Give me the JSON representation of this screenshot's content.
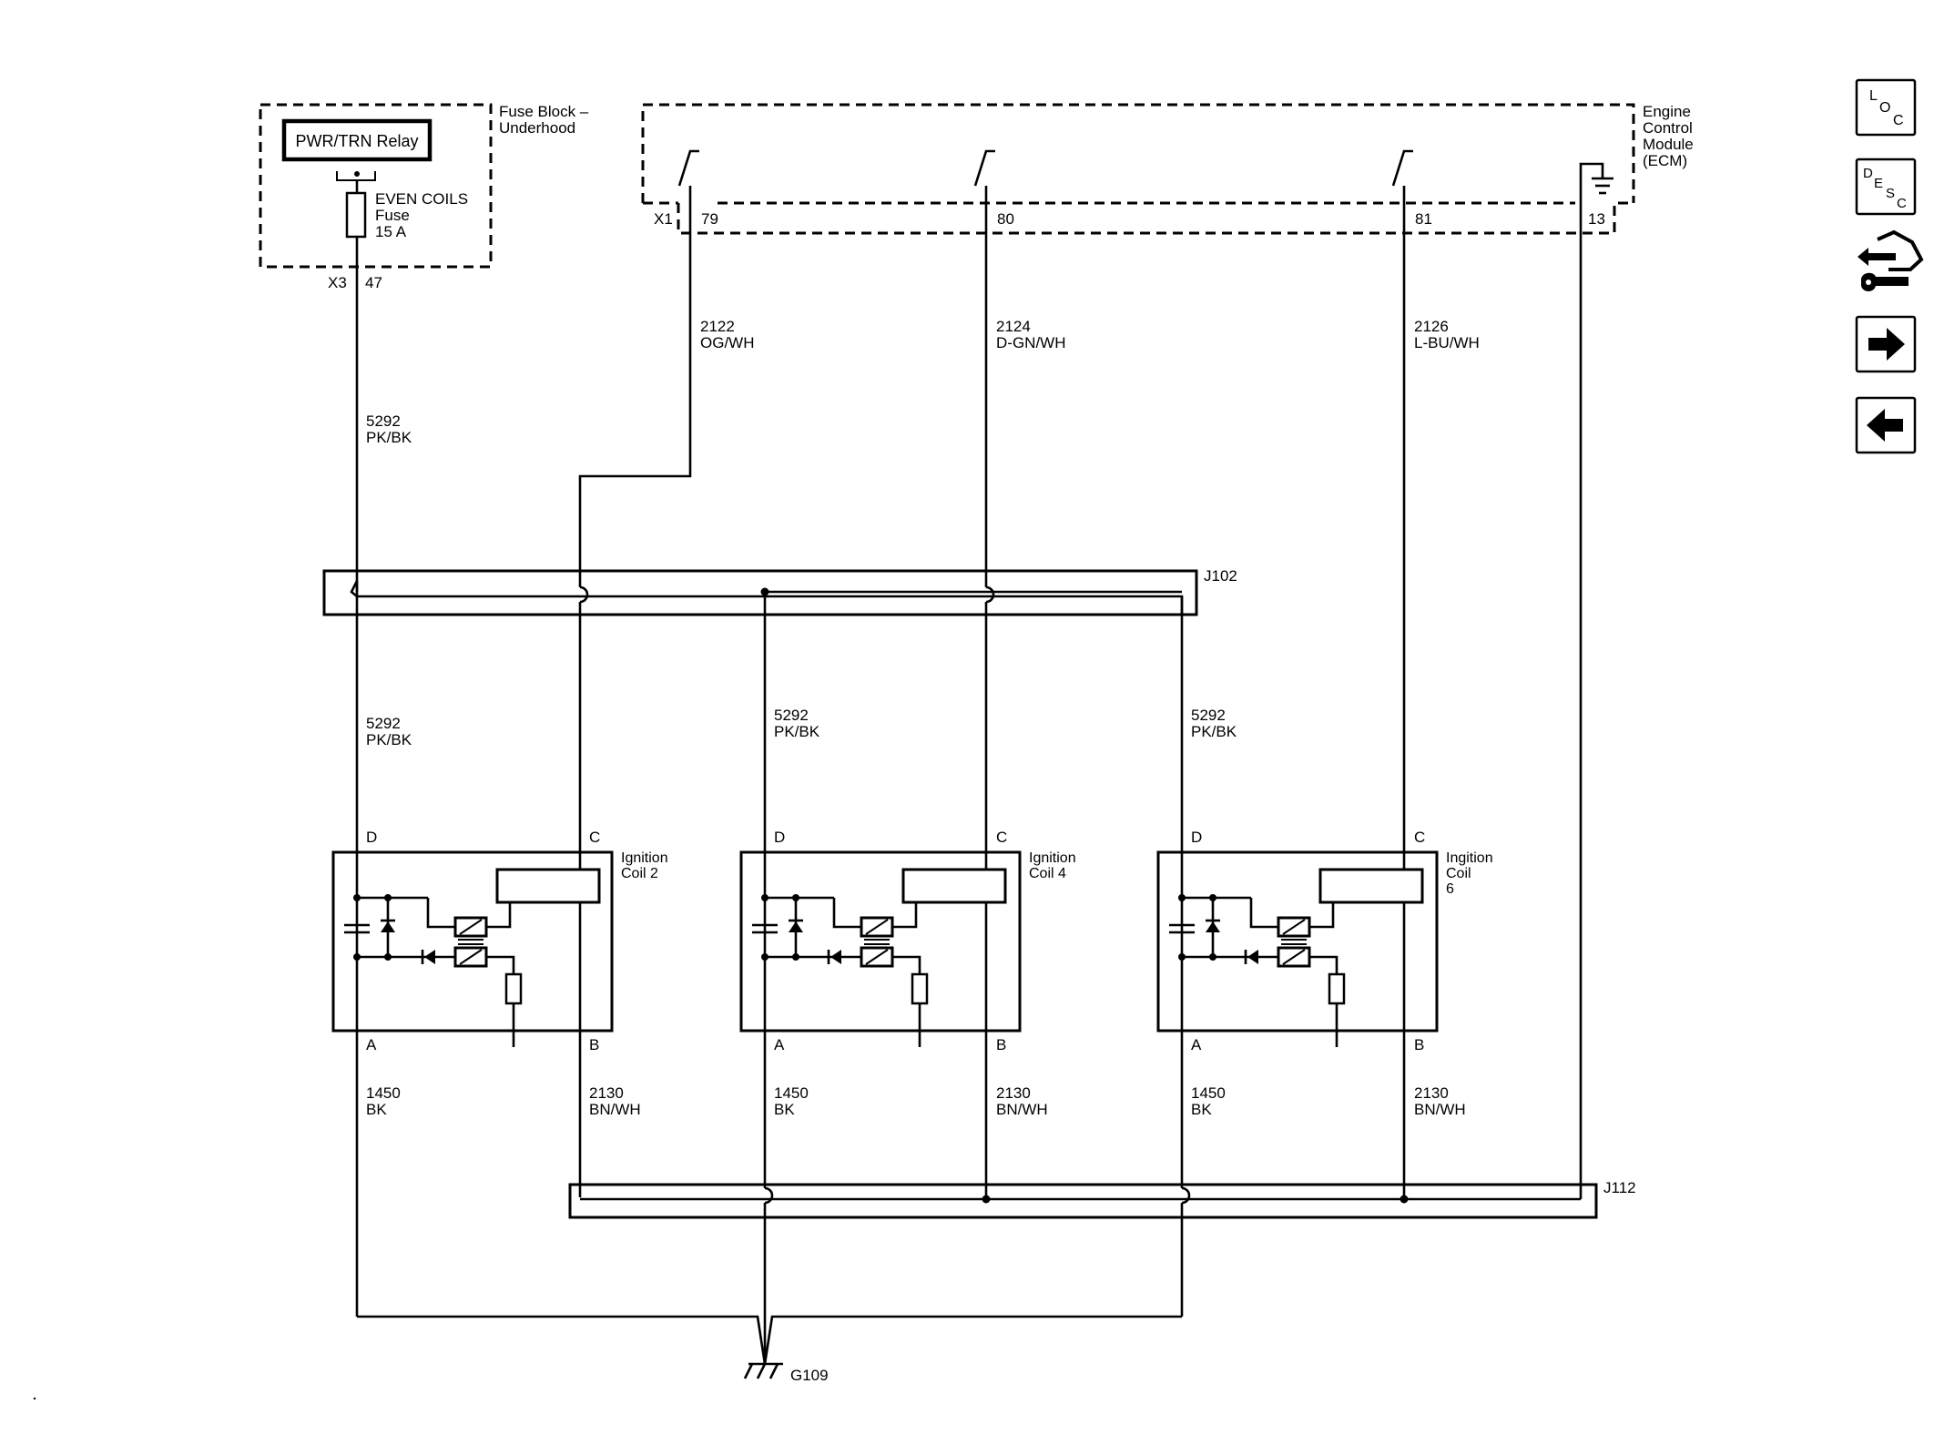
{
  "fuse_block": {
    "title_line1": "Fuse Block –",
    "title_line2": "Underhood",
    "relay_label": "PWR/TRN Relay",
    "fuse_name": "EVEN COILS",
    "fuse_word": "Fuse",
    "fuse_rating": "15 A",
    "connector": "X3",
    "pin": "47"
  },
  "ecm": {
    "title_lines": [
      "Engine",
      "Control",
      "Module",
      "(ECM)"
    ],
    "connector": "X1",
    "pins": [
      "79",
      "80",
      "81",
      "13"
    ]
  },
  "wires": {
    "w2122": {
      "circuit": "2122",
      "color": "OG/WH"
    },
    "w2124": {
      "circuit": "2124",
      "color": "D-GN/WH"
    },
    "w2126": {
      "circuit": "2126",
      "color": "L-BU/WH"
    },
    "w5292_top": {
      "circuit": "5292",
      "color": "PK/BK"
    },
    "w5292_c2": {
      "circuit": "5292",
      "color": "PK/BK"
    },
    "w5292_c4": {
      "circuit": "5292",
      "color": "PK/BK"
    },
    "w5292_c6": {
      "circuit": "5292",
      "color": "PK/BK"
    },
    "w1450_c2": {
      "circuit": "1450",
      "color": "BK"
    },
    "w1450_c4": {
      "circuit": "1450",
      "color": "BK"
    },
    "w1450_c6": {
      "circuit": "1450",
      "color": "BK"
    },
    "w2130_c2": {
      "circuit": "2130",
      "color": "BN/WH"
    },
    "w2130_c4": {
      "circuit": "2130",
      "color": "BN/WH"
    },
    "w2130_c6": {
      "circuit": "2130",
      "color": "BN/WH"
    }
  },
  "splices": {
    "upper": "J102",
    "lower": "J112"
  },
  "ground": "G109",
  "coils": [
    {
      "name_line1": "Ignition",
      "name_line2": "Coil 2",
      "name_line3": "",
      "pin_d": "D",
      "pin_c": "C",
      "pin_a": "A",
      "pin_b": "B"
    },
    {
      "name_line1": "Ignition",
      "name_line2": "Coil 4",
      "name_line3": "",
      "pin_d": "D",
      "pin_c": "C",
      "pin_a": "A",
      "pin_b": "B"
    },
    {
      "name_line1": "Ingition",
      "name_line2": "Coil",
      "name_line3": "6",
      "pin_d": "D",
      "pin_c": "C",
      "pin_a": "A",
      "pin_b": "B"
    }
  ],
  "nav": {
    "loc": {
      "l1": "L",
      "l2": "O",
      "l3": "C"
    },
    "desc": {
      "l1": "D",
      "l2": "E",
      "l3": "S",
      "l4": "C"
    },
    "icons": [
      "loc-icon",
      "desc-icon",
      "connector-end-view-icon",
      "next-arrow-icon",
      "back-arrow-icon"
    ]
  }
}
